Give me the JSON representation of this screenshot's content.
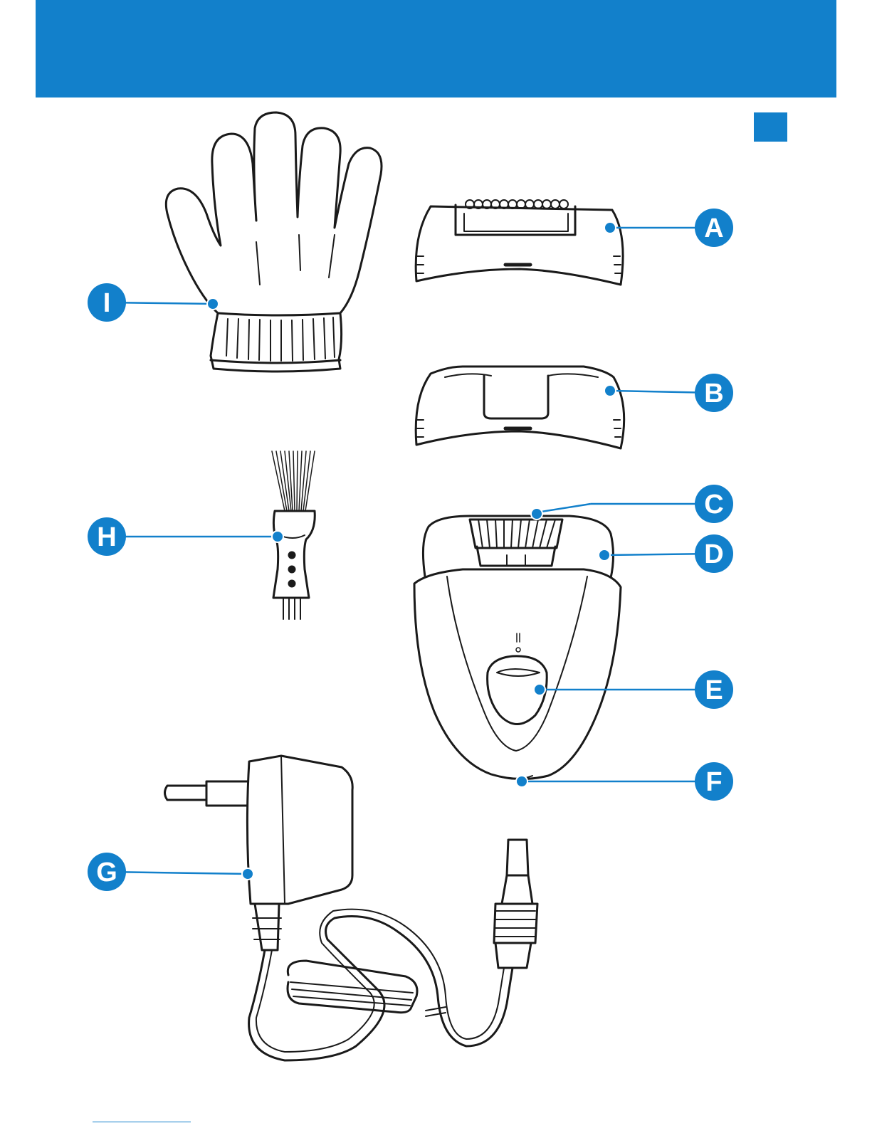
{
  "colors": {
    "accent": "#1280cb",
    "line": "#1a1a1a",
    "label_text": "#ffffff",
    "background": "#ffffff"
  },
  "callouts": {
    "A": "A",
    "B": "B",
    "C": "C",
    "D": "D",
    "E": "E",
    "F": "F",
    "G": "G",
    "H": "H",
    "I": "I"
  },
  "parts": [
    "glove",
    "shaving-head",
    "comb-cap",
    "epilating-disc",
    "epilator-body",
    "on-off-slide-switch",
    "socket-for-appliance-plug",
    "adapter",
    "cleaning-brush"
  ]
}
